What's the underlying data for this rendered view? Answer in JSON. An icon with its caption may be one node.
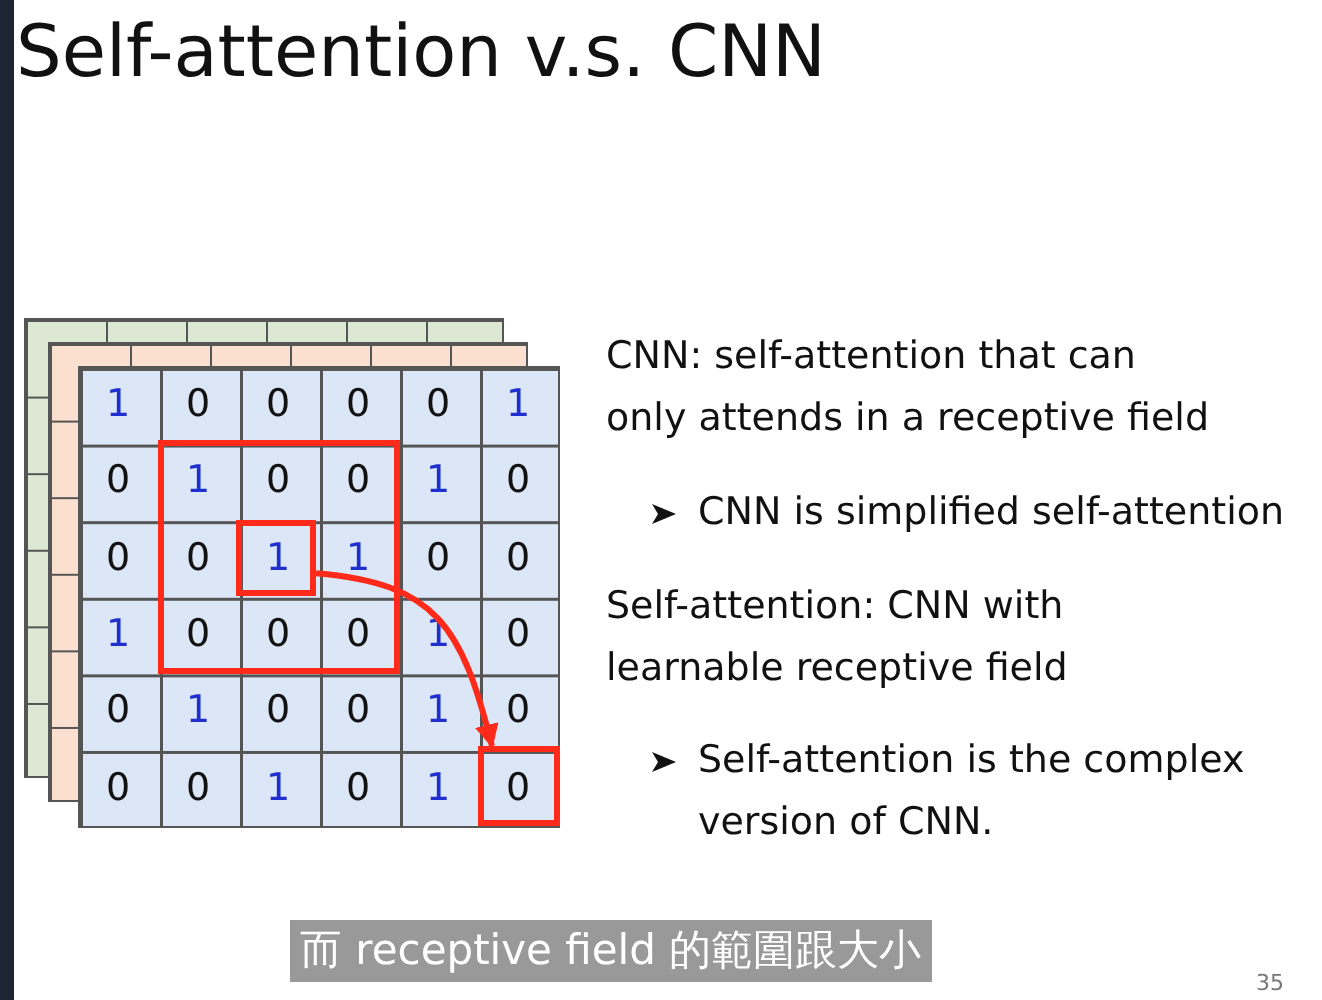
{
  "diagram": {
    "title": "Self-attention v.s. CNN",
    "nodes": [
      {
        "text": [],
        "shape": "box"
      },
      {
        "text": [],
        "shape": "box",
        "in": 0
      },
      {
        "text": [],
        "shape": "box"
      }
    ],
    "edges": [
      {
        "from": 1,
        "to": 2,
        "arrow": "to",
        "color": "#ff2a1a"
      }
    ],
    "labels": [
      "1",
      "0",
      "0",
      "0",
      "0",
      "1",
      "0",
      "1",
      "0",
      "0",
      "1",
      "0",
      "0",
      "0",
      "1",
      "1",
      "0",
      "0",
      "1",
      "0",
      "0",
      "0",
      "1",
      "0",
      "0",
      "1",
      "0",
      "0",
      "1",
      "0",
      "0",
      "0",
      "1",
      "0",
      "1",
      "0",
      "CNN: self-attention that can only attends in a receptive field",
      "CNN is simplified self-attention",
      "Self-attention: CNN with learnable receptive field",
      "Self-attention is the complex version of CNN.",
      "而 receptive field 的範圍跟大小",
      "35"
    ]
  }
}
